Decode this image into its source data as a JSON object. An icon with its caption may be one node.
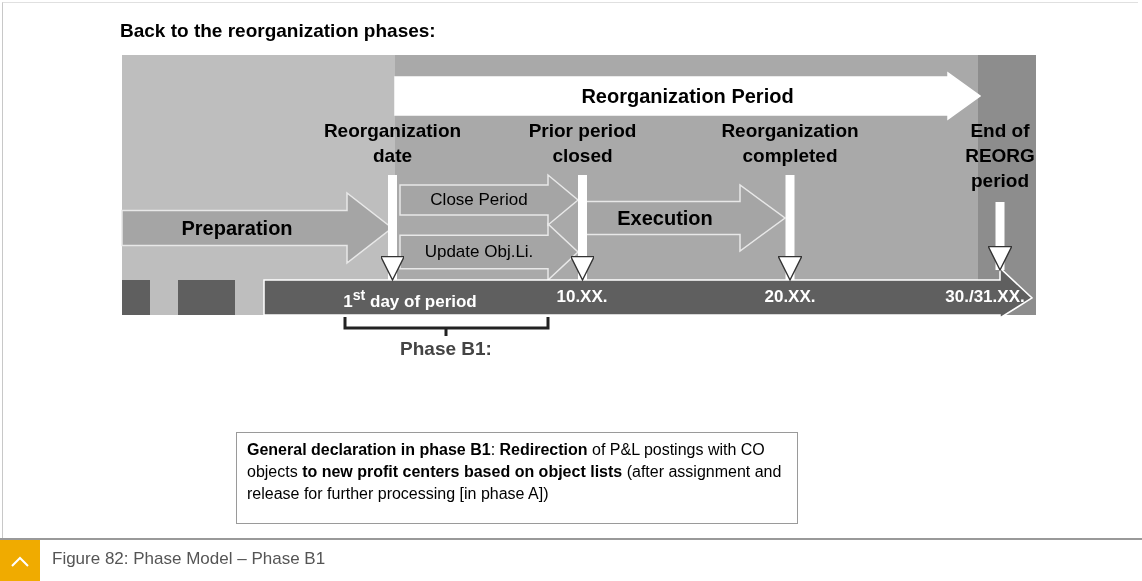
{
  "diagram": {
    "title": "Back to the reorganization phases:",
    "caption": "Figure 82: Phase Model – Phase B1",
    "nodes": [
      {
        "text": [
          "Reorganization Period"
        ]
      },
      {
        "text": [
          "Reorganization date"
        ]
      },
      {
        "text": [
          "Prior period closed"
        ]
      },
      {
        "text": [
          "Reorganization completed"
        ]
      },
      {
        "text": [
          "End of REORG period"
        ]
      },
      {
        "text": [
          "Preparation"
        ]
      },
      {
        "text": [
          "Close Period"
        ]
      },
      {
        "text": [
          "Update Obj.Li."
        ]
      },
      {
        "text": [
          "Execution"
        ]
      },
      {
        "text": [
          "1$^{st}$ day of period",
          "10.XX.",
          "20.XX.",
          "30./31.XX."
        ]
      },
      {
        "text": [
          "**General declaration in phase B1**: **Redirection** of P&L postings with CO objects **to new profit centers based on object lists** (after assignment and release for further processing [in phase A])"
        ]
      }
    ],
    "edges": [
      {
        "from": 1,
        "to": 9,
        "arrow": "to"
      },
      {
        "from": 2,
        "to": 9,
        "arrow": "to"
      },
      {
        "from": 3,
        "to": 9,
        "arrow": "to"
      },
      {
        "from": 4,
        "to": 9,
        "arrow": "to"
      }
    ],
    "labels": [
      "Phase B1:"
    ]
  }
}
